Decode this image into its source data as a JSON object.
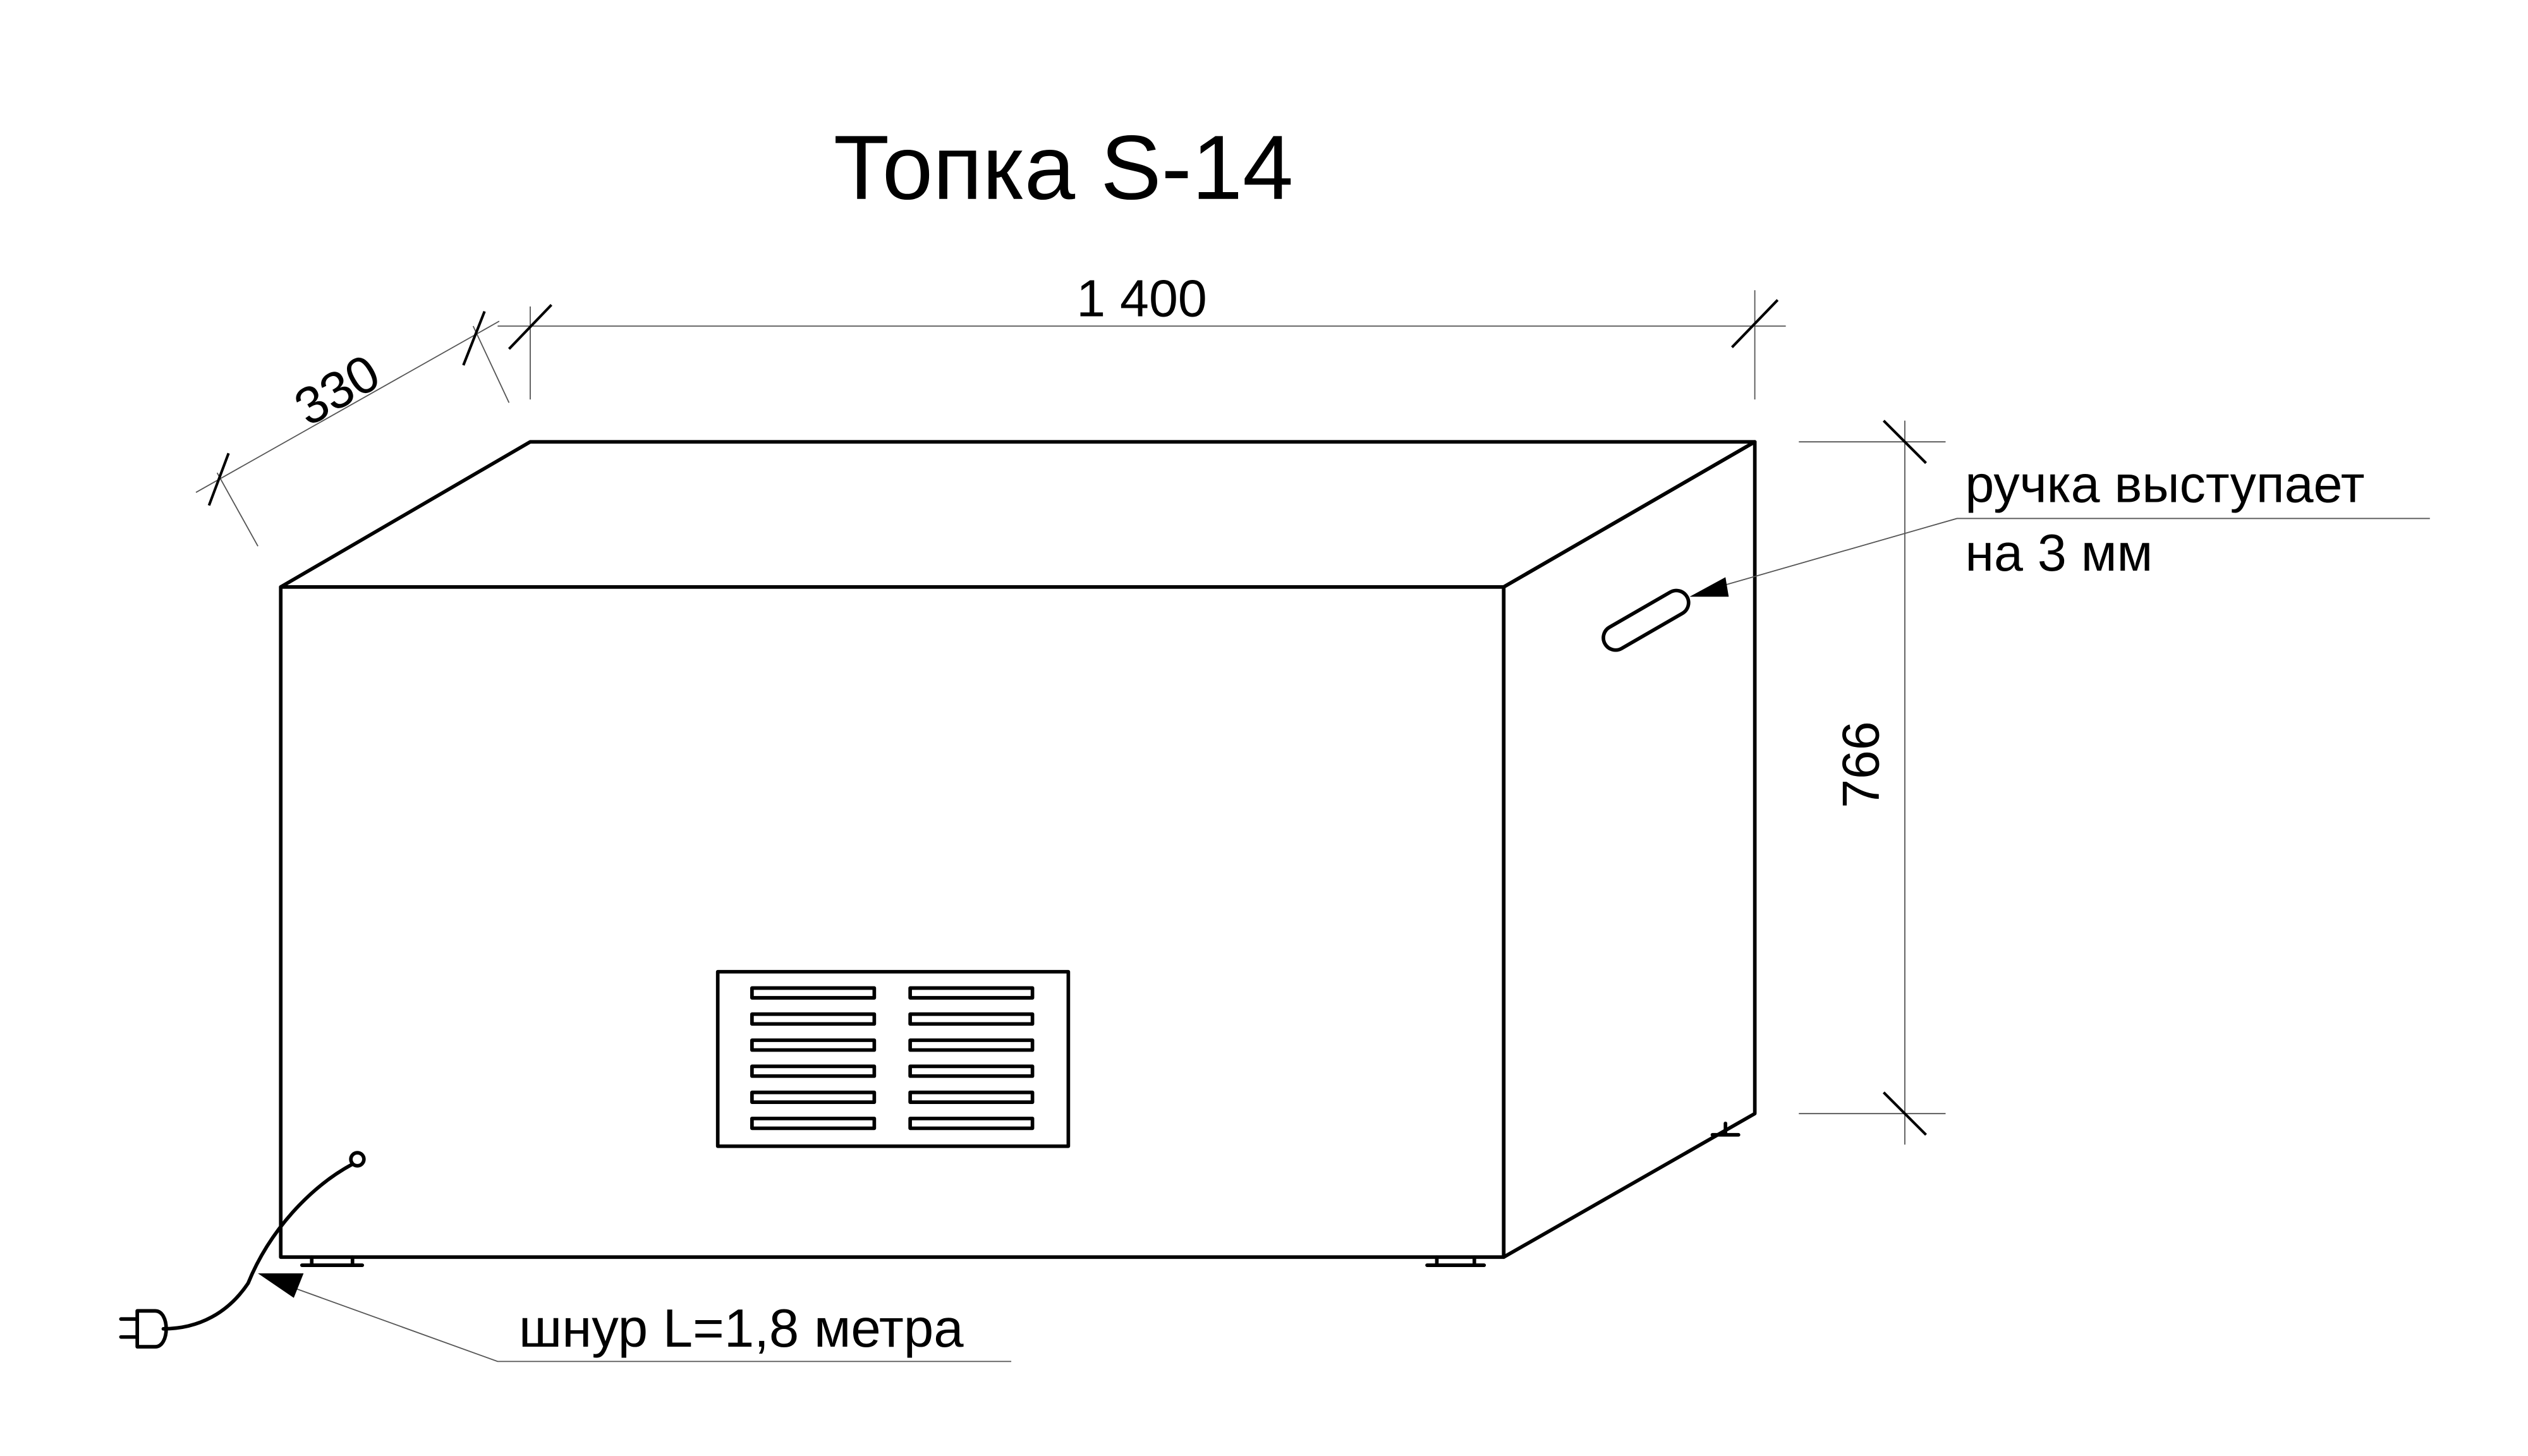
{
  "title": "Топка S-14",
  "dimensions": {
    "width": "1 400",
    "depth": "330",
    "height": "766"
  },
  "annotations": {
    "handle_line1": "ручка выступает",
    "handle_line2": "на 3 мм",
    "cord": "шнур L=1,8 метра"
  },
  "icons": {
    "plug": "power-plug-icon"
  }
}
